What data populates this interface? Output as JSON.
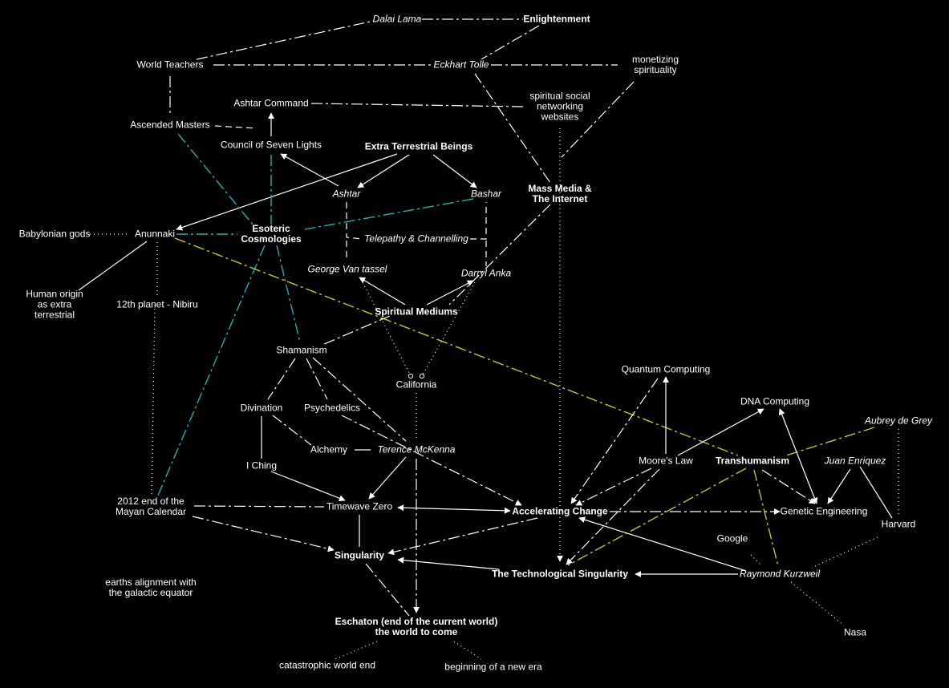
{
  "colors": {
    "background": "#000000",
    "edge": "#ffffff",
    "cyan": "#1ab3b3",
    "yellow": "#c8c81e"
  },
  "nodes": {
    "dalai": "Dalai Lama",
    "enlight": "Enlightenment",
    "worldt": "World Teachers",
    "eckhart": "Eckhart Tolle",
    "monet": "monetizing\nspirituality",
    "ashtarcmd": "Ashtar Command",
    "ssn": "spiritual social\nnetworking\nwebsites",
    "ascended": "Ascended Masters",
    "council": "Council of Seven Lights",
    "etb": "Extra Terrestrial Beings",
    "massmedia": "Mass Media &\nThe Internet",
    "ashtar": "Ashtar",
    "bashar": "Bashar",
    "babylon": "Babylonian gods",
    "anunnaki": "Anunnaki",
    "esoteric": "Esoteric\nCosmologies",
    "telepathy": "Telepathy & Channelling",
    "vantassel": "George Van tassel",
    "anka": "Darryl Anka",
    "humanorigin": "Human origin\nas extra\nterrestrial",
    "nibiru": "12th planet - Nibiru",
    "mediums": "Spiritual Mediums",
    "shamanism": "Shamanism",
    "california": "California",
    "quantum": "Quantum Computing",
    "dna": "DNA Computing",
    "divination": "Divination",
    "psychedelics": "Psychedelics",
    "aubrey": "Aubrey de Grey",
    "alchemy": "Alchemy",
    "mckenna": "Terence McKenna",
    "iching": "I Ching",
    "moore": "Moore's Law",
    "transhuman": "Transhumanism",
    "enriquez": "Juan Enriquez",
    "mayan": "2012 end of the\nMayan Calendar",
    "timewave": "Timewave Zero",
    "accel": "Accelerating Change",
    "genetic": "Genetic Engineering",
    "harvard": "Harvard",
    "google": "Google",
    "singularity": "Singularity",
    "techsing": "The Technological Singularity",
    "kurzweil": "Raymond Kurzweil",
    "earths": "earths alignment with\nthe galactic equator",
    "eschaton": "Eschaton (end of the current world)\nthe world to come",
    "nasa": "Nasa",
    "catastrophic": "catastrophic world end",
    "beginning": "beginning of  a new era"
  }
}
